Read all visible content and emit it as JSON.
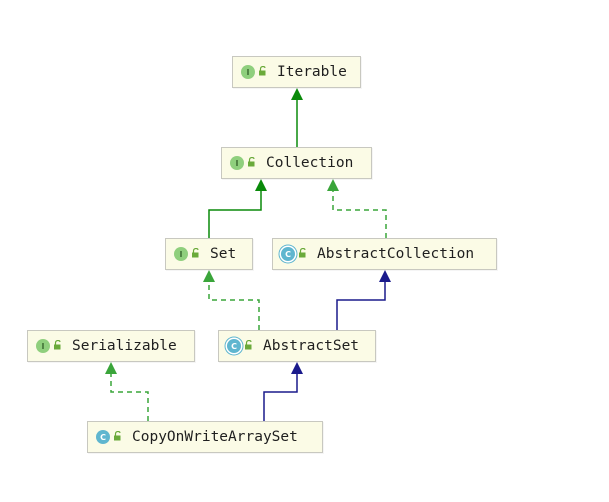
{
  "diagram": {
    "colors": {
      "implements": "#3aa53a",
      "extends_interface": "#0a8a0a",
      "extends_class": "#1a1a8c",
      "node_bg": "#fbfbe6",
      "node_border": "#c8c8c0"
    },
    "nodes": {
      "iterable": {
        "label": "Iterable",
        "badge": "I",
        "kind": "interface",
        "icon": "lock-open-icon"
      },
      "collection": {
        "label": "Collection",
        "badge": "I",
        "kind": "interface",
        "icon": "lock-open-icon"
      },
      "set": {
        "label": "Set",
        "badge": "I",
        "kind": "interface",
        "icon": "lock-open-icon"
      },
      "abstract_collection": {
        "label": "AbstractCollection",
        "badge": "C",
        "kind": "abstract",
        "icon": "lock-open-icon"
      },
      "serializable": {
        "label": "Serializable",
        "badge": "I",
        "kind": "interface",
        "icon": "lock-open-icon"
      },
      "abstract_set": {
        "label": "AbstractSet",
        "badge": "C",
        "kind": "abstract",
        "icon": "lock-open-icon"
      },
      "copy_on_write_array_set": {
        "label": "CopyOnWriteArraySet",
        "badge": "C",
        "kind": "class",
        "icon": "lock-open-icon"
      }
    },
    "edges": [
      {
        "from": "collection",
        "to": "iterable",
        "type": "extends_interface"
      },
      {
        "from": "set",
        "to": "collection",
        "type": "extends_interface"
      },
      {
        "from": "abstract_collection",
        "to": "collection",
        "type": "implements"
      },
      {
        "from": "abstract_set",
        "to": "set",
        "type": "implements"
      },
      {
        "from": "abstract_set",
        "to": "abstract_collection",
        "type": "extends_class"
      },
      {
        "from": "copy_on_write_array_set",
        "to": "serializable",
        "type": "implements"
      },
      {
        "from": "copy_on_write_array_set",
        "to": "abstract_set",
        "type": "extends_class"
      }
    ]
  }
}
